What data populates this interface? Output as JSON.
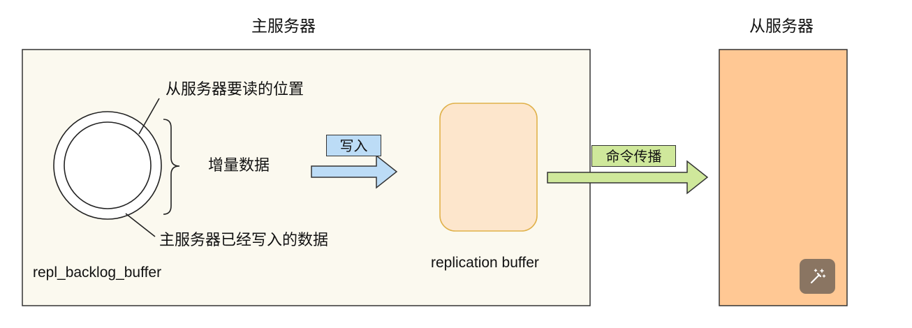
{
  "titles": {
    "master": "主服务器",
    "slave": "从服务器"
  },
  "backlog": {
    "label": "repl_backlog_buffer",
    "read_position_label": "从服务器要读的位置",
    "incremental_data_label": "增量数据",
    "written_data_label": "主服务器已经写入的数据"
  },
  "write_arrow": {
    "label": "写入"
  },
  "replication_buffer": {
    "label": "replication buffer"
  },
  "propagate_arrow": {
    "label": "命令传播"
  },
  "tool_button": {
    "icon": "magic-wand-icon"
  },
  "colors": {
    "master_box_fill": "#fbf9ef",
    "slave_box_fill": "#ffc894",
    "replication_buffer_fill": "#fde6cc",
    "replication_buffer_stroke": "#e0b14a",
    "write_arrow_fill": "#bcdcf6",
    "propagate_arrow_fill": "#cfe89b",
    "tool_button_fill": "#8a7562"
  }
}
